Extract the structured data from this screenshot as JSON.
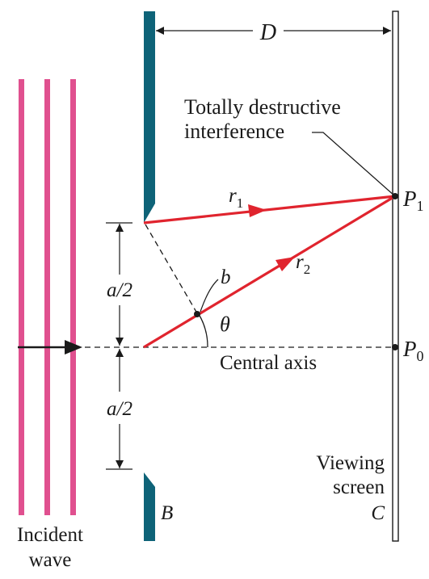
{
  "labels": {
    "distance": "D",
    "title_line1": "Totally destructive",
    "title_line2": "interference",
    "ray1_r": "r",
    "ray1_sub": "1",
    "ray2_r": "r",
    "ray2_sub": "2",
    "point1_p": "P",
    "point1_sub": "1",
    "point0_p": "P",
    "point0_sub": "0",
    "point_b": "b",
    "angle": "θ",
    "central_axis": "Central axis",
    "half_width_top": "a/2",
    "half_width_bottom": "a/2",
    "viewing_line1": "Viewing",
    "viewing_line2": "screen",
    "screen_c": "C",
    "barrier_b": "B",
    "incident_line1": "Incident",
    "incident_line2": "wave"
  },
  "colors": {
    "wavefront": "#e0508f",
    "barrier": "#0e6378",
    "ray": "#e0242e",
    "line": "#1a1a1a"
  }
}
